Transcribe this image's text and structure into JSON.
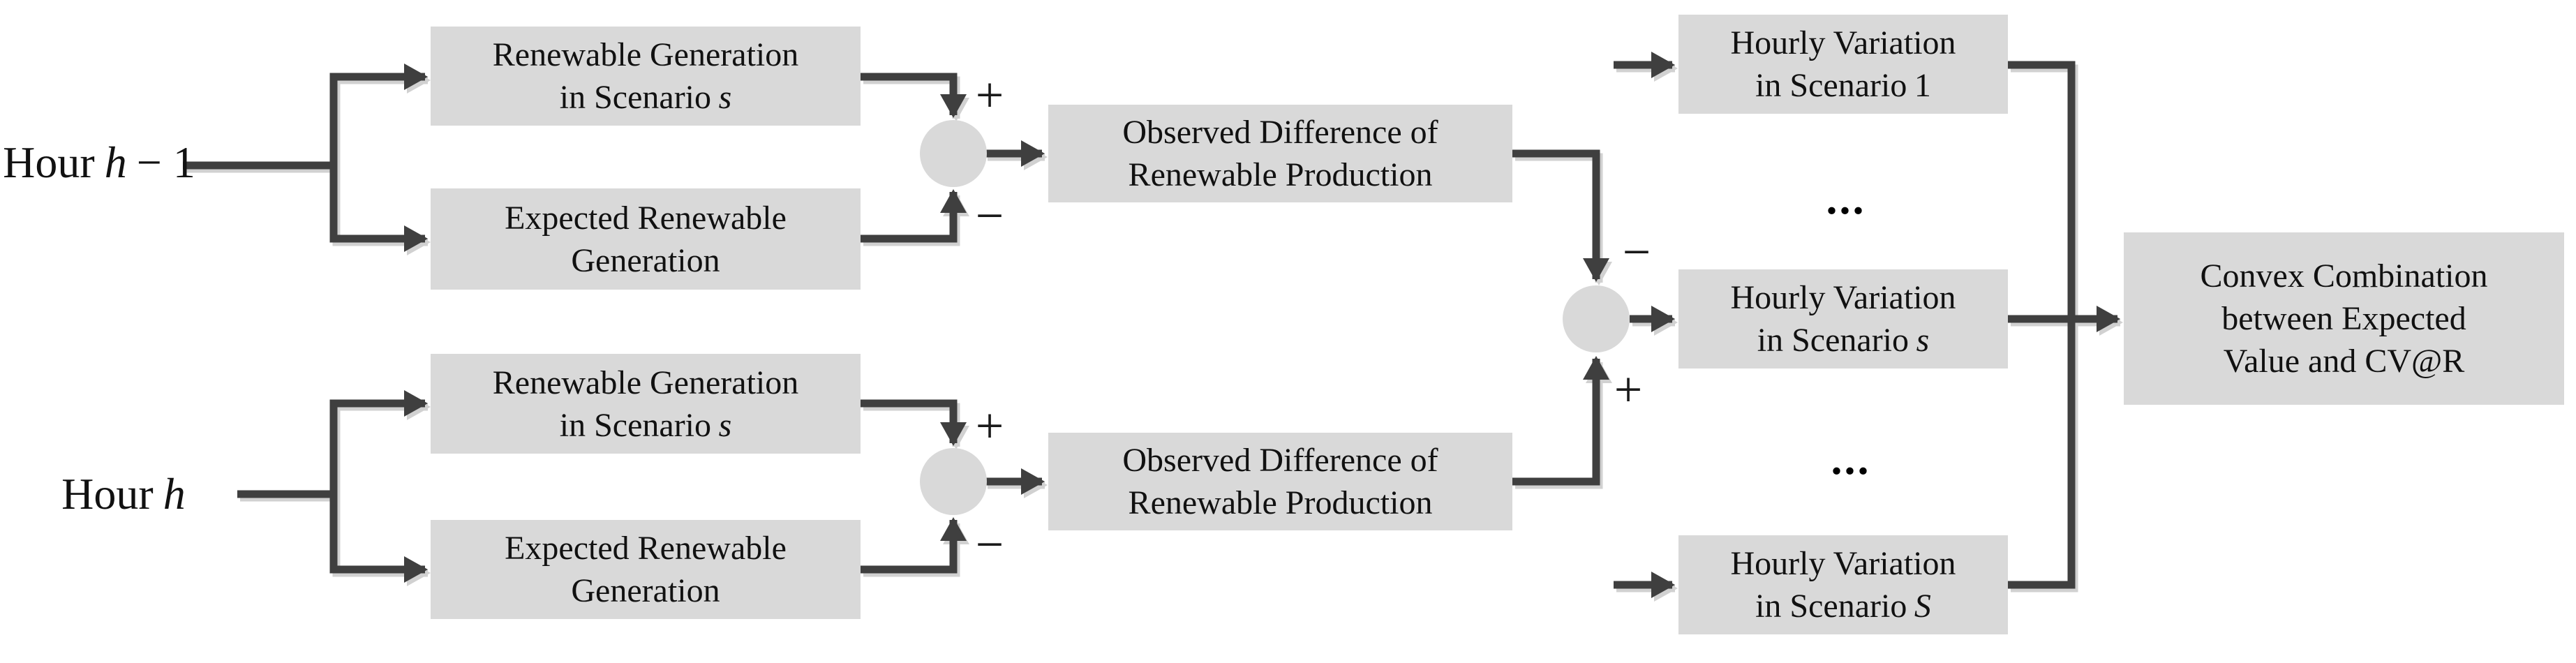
{
  "colors": {
    "background": "#ffffff",
    "box_fill": "#d9d9d9",
    "wire": "#3f3f3f",
    "text": "#111111"
  },
  "hour_labels": {
    "prev": {
      "word": "Hour",
      "variable": "h",
      "suffix": "− 1"
    },
    "curr": {
      "word": "Hour",
      "variable": "h",
      "suffix": ""
    }
  },
  "operators": {
    "plus": "+",
    "minus": "−",
    "ellipsis": "..."
  },
  "boxes": {
    "renewable_prev": {
      "line1": "Renewable Generation",
      "line2": "in Scenario",
      "variable": "s"
    },
    "expected_prev": {
      "line1": "Expected Renewable",
      "line2": "Generation"
    },
    "renewable_curr": {
      "line1": "Renewable Generation",
      "line2": "in Scenario",
      "variable": "s"
    },
    "expected_curr": {
      "line1": "Expected Renewable",
      "line2": "Generation"
    },
    "observed_prev": {
      "line1": "Observed Difference of",
      "line2": "Renewable Production"
    },
    "observed_curr": {
      "line1": "Observed Difference of",
      "line2": "Renewable Production"
    },
    "variation_first": {
      "line1": "Hourly Variation",
      "line2": "in Scenario",
      "variable": "1"
    },
    "variation_s": {
      "line1": "Hourly Variation",
      "line2": "in Scenario",
      "variable": "s"
    },
    "variation_last": {
      "line1": "Hourly Variation",
      "line2": "in Scenario",
      "variable": "S"
    },
    "convex": {
      "line1": "Convex Combination",
      "line2": "between Expected",
      "line3": "Value and CV@R"
    }
  }
}
